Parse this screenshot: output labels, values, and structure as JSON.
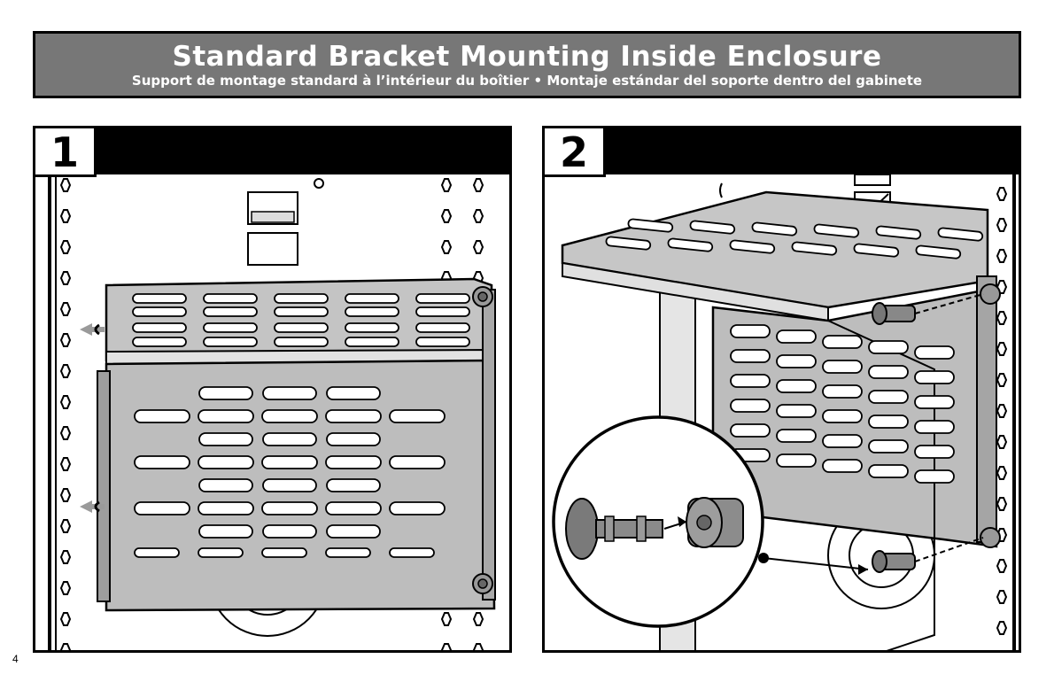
{
  "banner": {
    "title": "Standard Bracket Mounting Inside Enclosure",
    "subtitle": "Support de montage standard à l’intérieur du boîtier • Montaje estándar del soporte dentro del gabinete"
  },
  "steps": [
    {
      "number": "1"
    },
    {
      "number": "2"
    }
  ],
  "page_number": "4",
  "colors": {
    "banner_bg": "#777777",
    "bracket": "#bdbdbd",
    "arrow": "#999999"
  }
}
